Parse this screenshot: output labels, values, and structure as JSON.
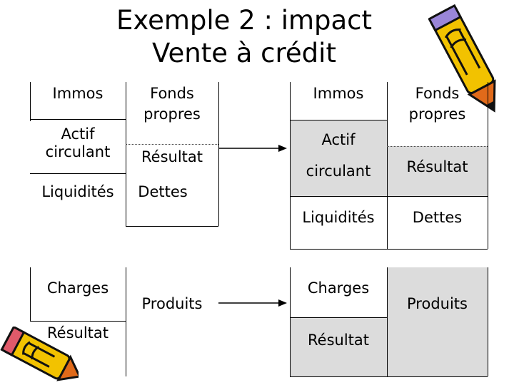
{
  "slide": {
    "title_line1": "Exemple 2 : impact",
    "title_line2": "Vente à crédit"
  },
  "bilan_avant": {
    "immos": "Immos",
    "actif_circulant_1": "Actif",
    "actif_circulant_2": "circulant",
    "liquidites": "Liquidités",
    "fonds_propres_1": "Fonds",
    "fonds_propres_2": "propres",
    "resultat": "Résultat",
    "dettes": "Dettes"
  },
  "bilan_apres": {
    "immos": "Immos",
    "actif": "Actif",
    "circulant": "circulant",
    "liquidites": "Liquidités",
    "fonds_propres_1": "Fonds",
    "fonds_propres_2": "propres",
    "resultat": "Résultat",
    "dettes": "Dettes"
  },
  "cr_avant": {
    "charges": "Charges",
    "resultat": "Résultat",
    "produits": "Produits"
  },
  "cr_apres": {
    "charges": "Charges",
    "resultat": "Résultat",
    "produits": "Produits"
  },
  "colors": {
    "highlight": "#dcdcdc",
    "pencil_body": "#f2c200",
    "pencil_outline": "#111111",
    "pencil_tip": "#e06a1a",
    "eraser": "#e05a6a",
    "band": "#9a86d8"
  },
  "icons": [
    "pencil-icon",
    "pencil-icon"
  ]
}
